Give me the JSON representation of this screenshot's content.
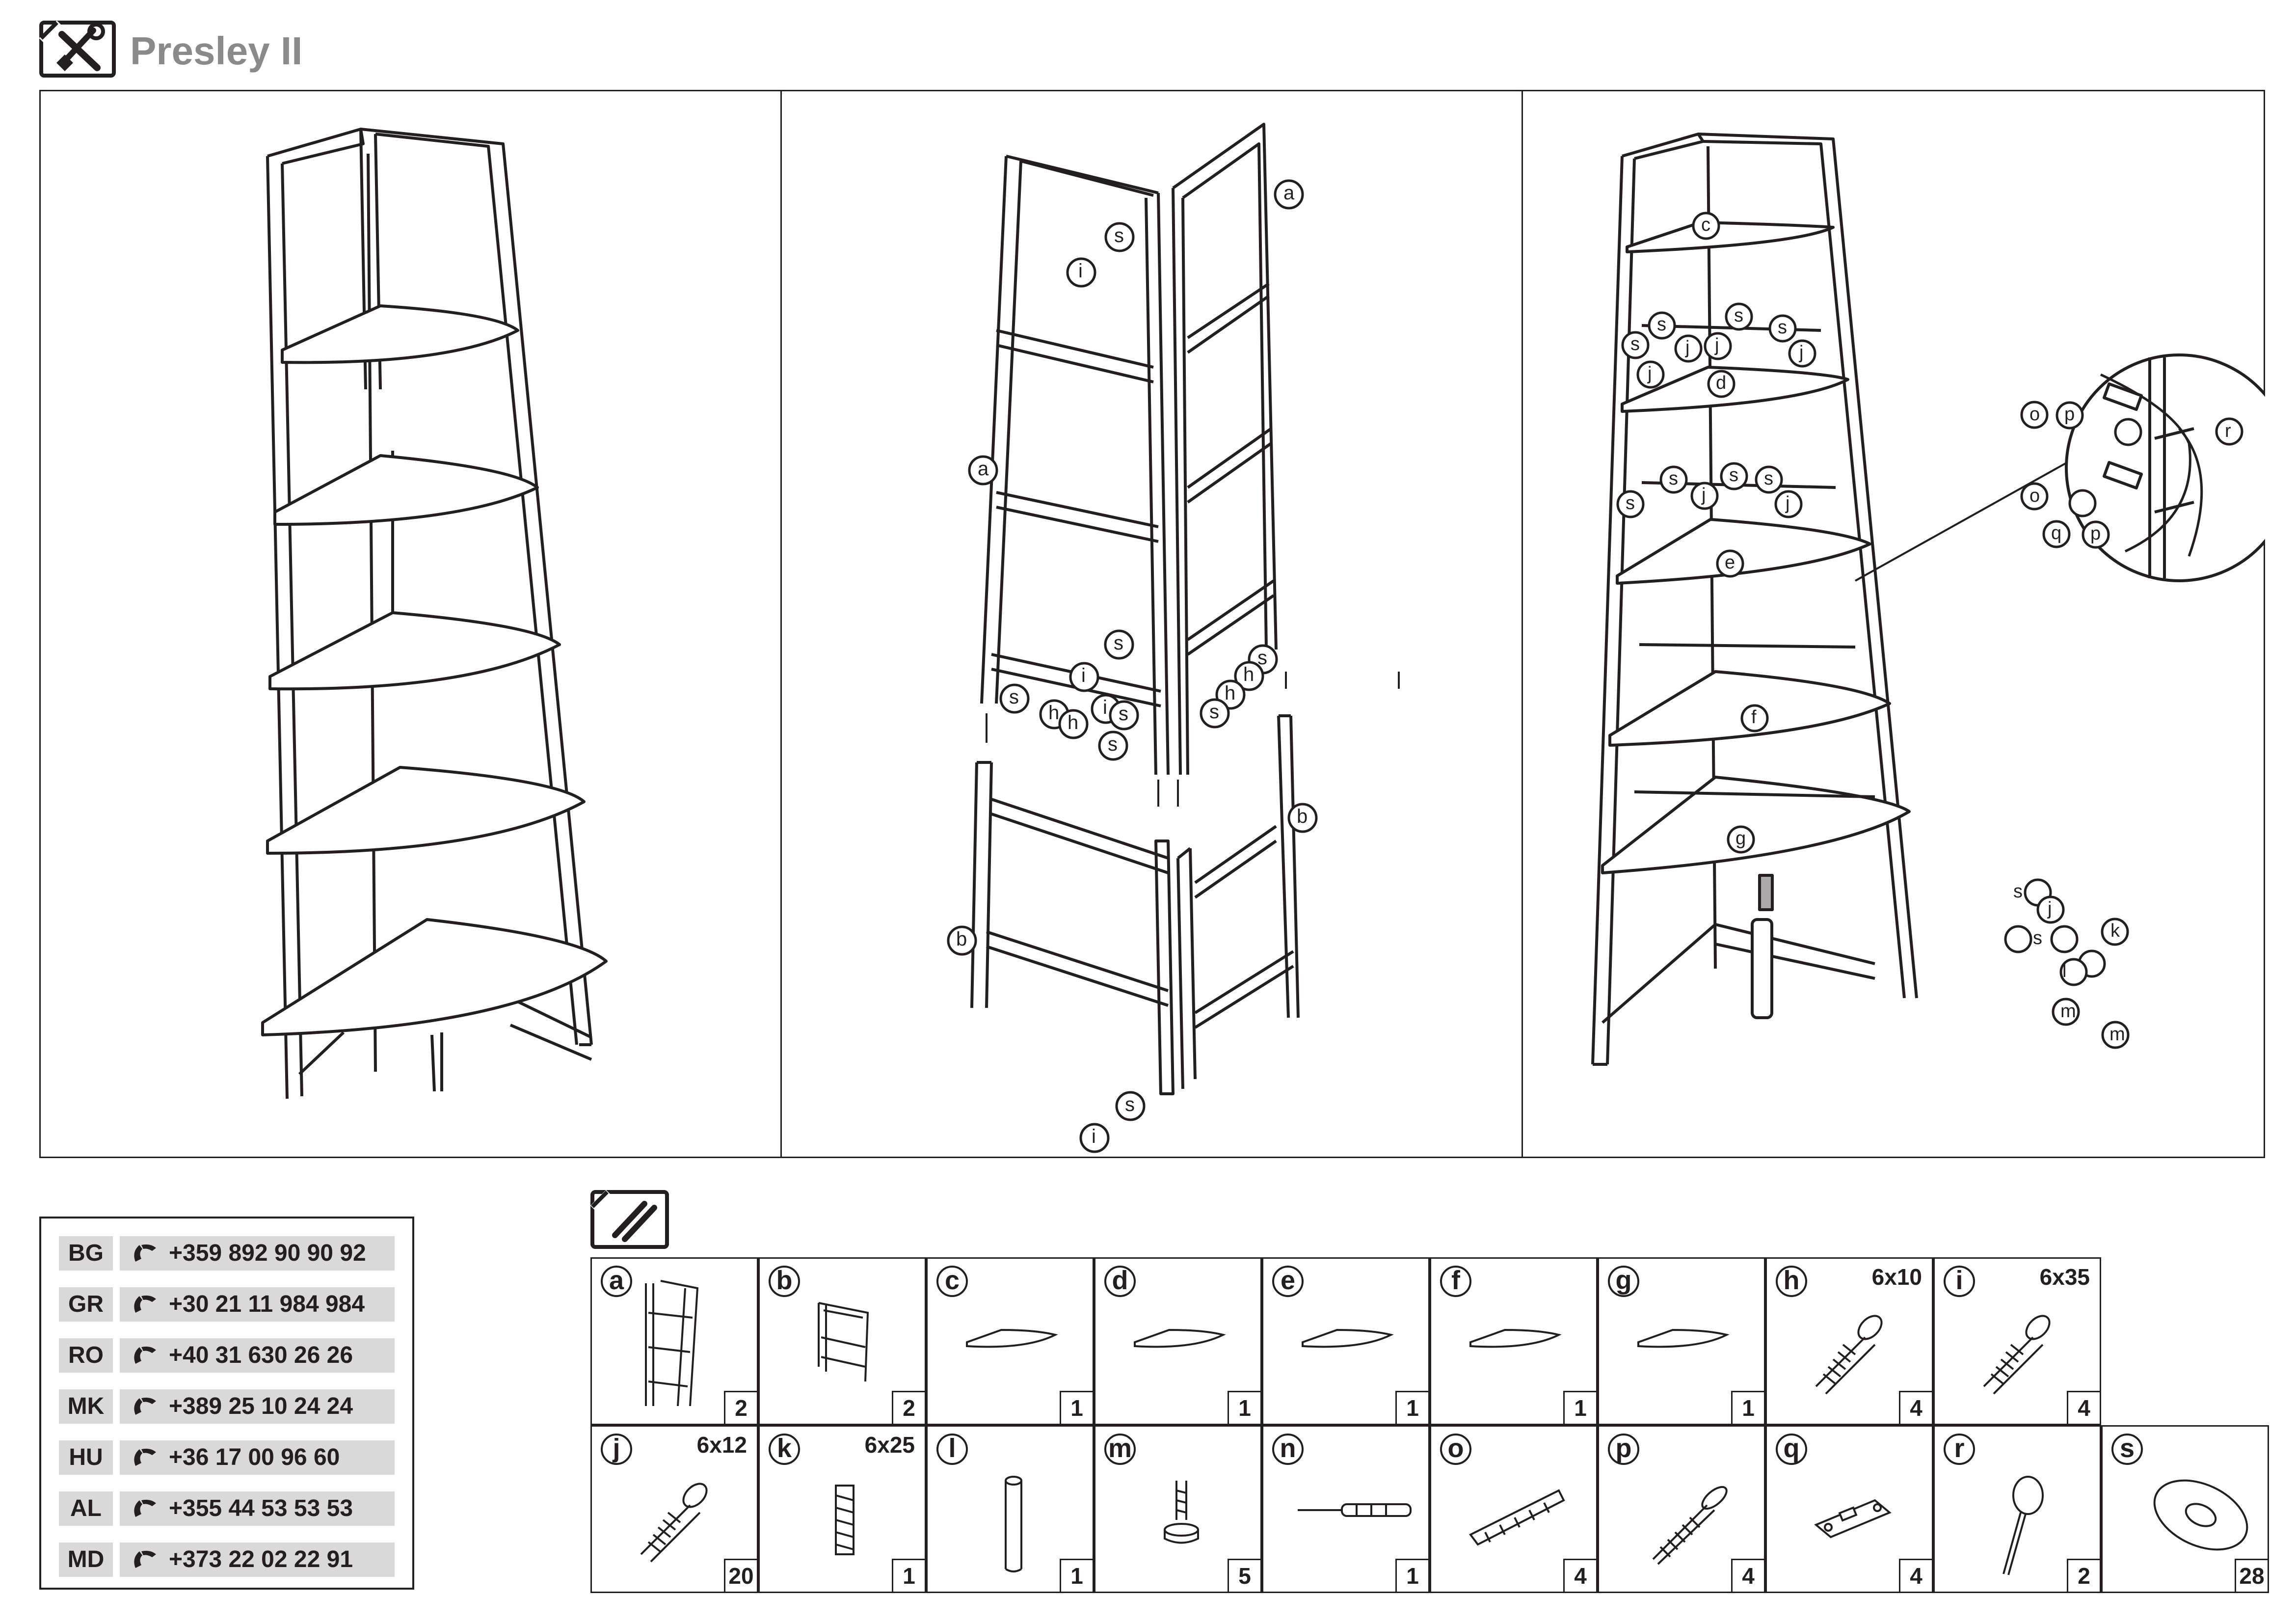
{
  "header": {
    "title": "Presley II",
    "icon": "tools-icon"
  },
  "panels": {
    "step2_labels": {
      "a_top": "a",
      "a_left": "a",
      "b_left": "b",
      "b_right": "b",
      "s": "s",
      "i": "i",
      "h": "h"
    },
    "step3_labels": {
      "c": "c",
      "d": "d",
      "e": "e",
      "f": "f",
      "g": "g",
      "j": "j",
      "s": "s",
      "k": "k",
      "l": "l",
      "m": "m",
      "o": "o",
      "p": "p",
      "q": "q",
      "r": "r"
    }
  },
  "contacts": [
    {
      "code": "BG",
      "phone": "+359 892 90 90 92"
    },
    {
      "code": "GR",
      "phone": "+30 21 11 984 984"
    },
    {
      "code": "RO",
      "phone": "+40 31 630 26 26"
    },
    {
      "code": "MK",
      "phone": "+389 25 10 24 24"
    },
    {
      "code": "HU",
      "phone": "+36 17 00 96 60"
    },
    {
      "code": "AL",
      "phone": "+355 44 53 53 53"
    },
    {
      "code": "MD",
      "phone": "+373 22 02 22 91"
    }
  ],
  "parts_icon": "screws-icon",
  "parts": [
    {
      "letter": "a",
      "dim": "",
      "qty": "2",
      "icon": "ladder-frame-icon"
    },
    {
      "letter": "b",
      "dim": "",
      "qty": "2",
      "icon": "lower-frame-icon"
    },
    {
      "letter": "c",
      "dim": "",
      "qty": "1",
      "icon": "shelf-icon"
    },
    {
      "letter": "d",
      "dim": "",
      "qty": "1",
      "icon": "shelf-icon"
    },
    {
      "letter": "e",
      "dim": "",
      "qty": "1",
      "icon": "shelf-icon"
    },
    {
      "letter": "f",
      "dim": "",
      "qty": "1",
      "icon": "shelf-icon"
    },
    {
      "letter": "g",
      "dim": "",
      "qty": "1",
      "icon": "shelf-icon"
    },
    {
      "letter": "h",
      "dim": "6x10",
      "qty": "4",
      "icon": "bolt-icon"
    },
    {
      "letter": "i",
      "dim": "6x35",
      "qty": "4",
      "icon": "bolt-icon"
    },
    {
      "letter": "j",
      "dim": "6x12",
      "qty": "20",
      "icon": "bolt-icon"
    },
    {
      "letter": "k",
      "dim": "6x25",
      "qty": "1",
      "icon": "threaded-rod-icon"
    },
    {
      "letter": "l",
      "dim": "",
      "qty": "1",
      "icon": "leg-tube-icon"
    },
    {
      "letter": "m",
      "dim": "",
      "qty": "5",
      "icon": "adjustable-foot-icon"
    },
    {
      "letter": "n",
      "dim": "",
      "qty": "1",
      "icon": "screwdriver-icon"
    },
    {
      "letter": "o",
      "dim": "",
      "qty": "4",
      "icon": "wall-plug-icon"
    },
    {
      "letter": "p",
      "dim": "",
      "qty": "4",
      "icon": "wood-screw-icon"
    },
    {
      "letter": "q",
      "dim": "",
      "qty": "4",
      "icon": "wall-bracket-icon"
    },
    {
      "letter": "r",
      "dim": "",
      "qty": "2",
      "icon": "cable-tie-icon"
    },
    {
      "letter": "s",
      "dim": "",
      "qty": "28",
      "icon": "washer-icon"
    }
  ]
}
